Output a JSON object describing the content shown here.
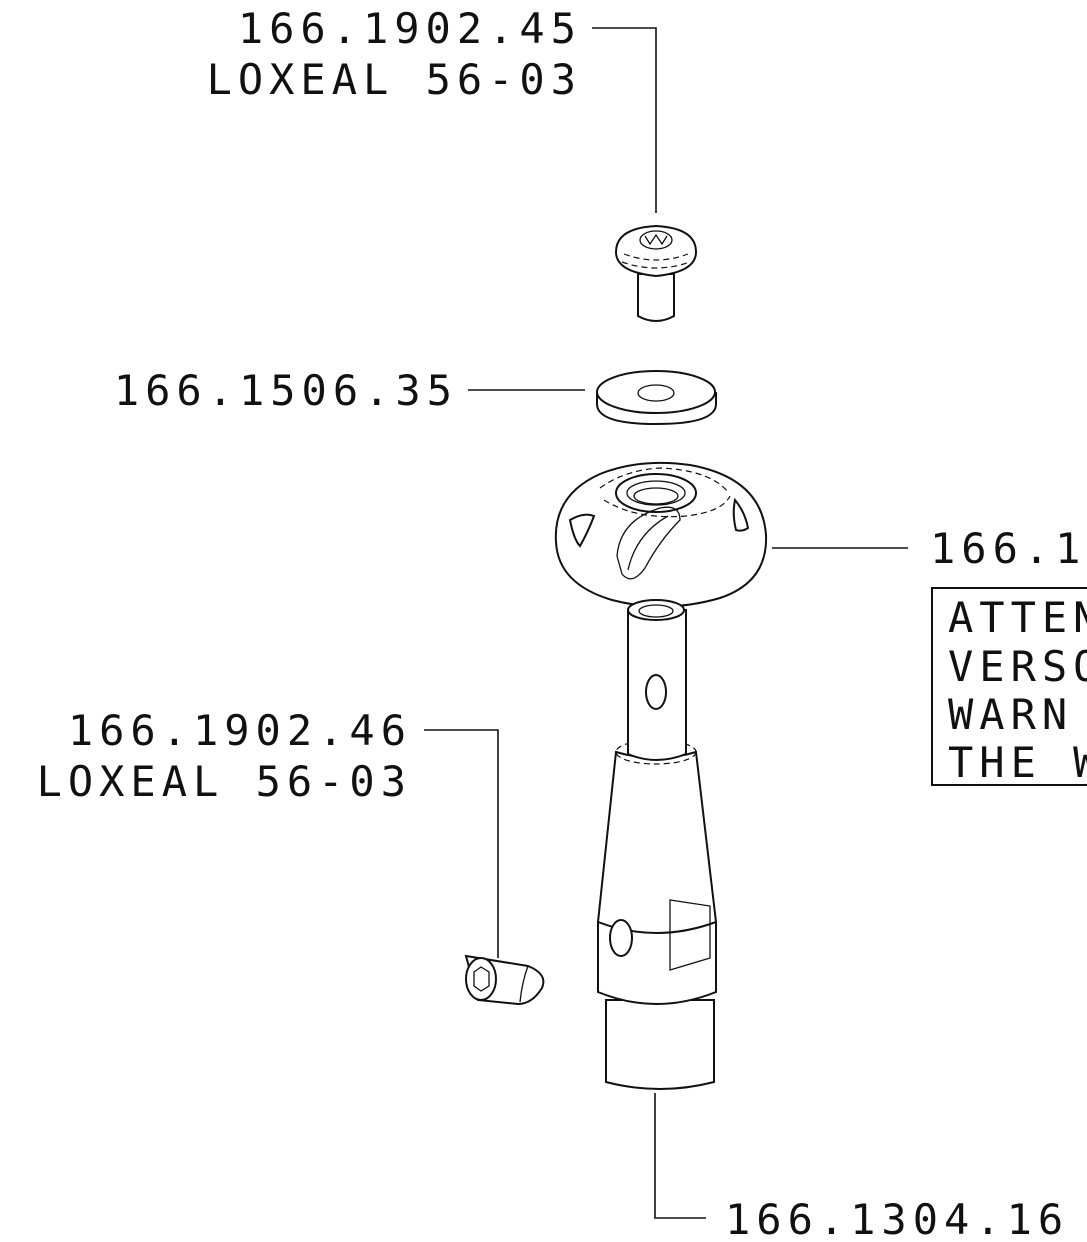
{
  "labels": {
    "screw_top": {
      "part": "166.1902.45",
      "note": "LOXEAL 56-03"
    },
    "washer": {
      "part": "166.1506.35"
    },
    "knob": {
      "part": "166.1"
    },
    "set_screw": {
      "part": "166.1902.46",
      "note": "LOXEAL 56-03"
    },
    "shaft": {
      "part": "166.1304.16"
    }
  },
  "warning_box": {
    "lines": [
      "ATTEN",
      "VERSO",
      "WARN",
      "THE W"
    ]
  }
}
